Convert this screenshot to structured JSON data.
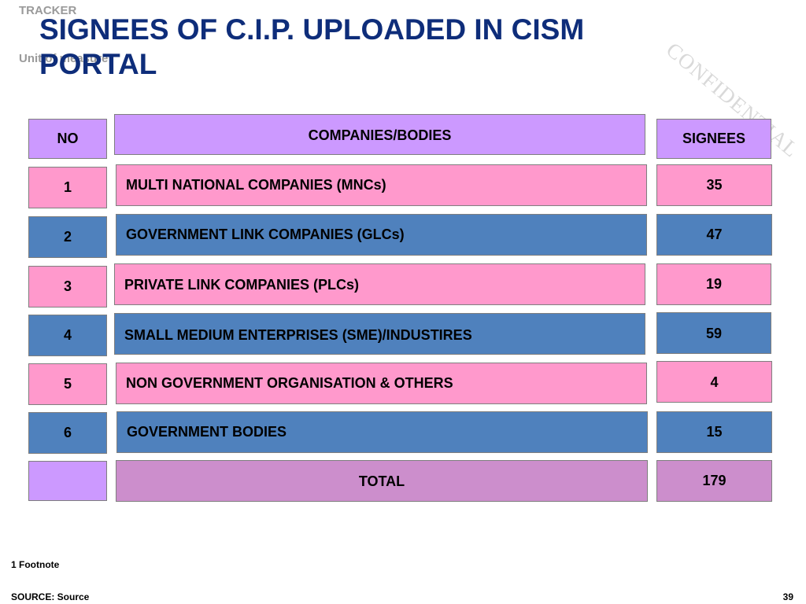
{
  "header": {
    "tracker": "TRACKER",
    "unit": "Unit of measure",
    "title": "SIGNEES OF C.I.P. UPLOADED IN CISM PORTAL",
    "watermark": "CONFIDENTIAL"
  },
  "table": {
    "headers": {
      "no": "NO",
      "companies": "COMPANIES/BODIES",
      "signees": "SIGNEES"
    },
    "rows": [
      {
        "no": "1",
        "name": "MULTI NATIONAL COMPANIES (MNCs)",
        "signees": "35",
        "color": "#ff99cc"
      },
      {
        "no": "2",
        "name": "GOVERNMENT LINK COMPANIES (GLCs)",
        "signees": "47",
        "color": "#4f81bd"
      },
      {
        "no": "3",
        "name": "PRIVATE LINK COMPANIES (PLCs)",
        "signees": "19",
        "color": "#ff99cc"
      },
      {
        "no": "4",
        "name": "SMALL MEDIUM ENTERPRISES (SME)/INDUSTIRES",
        "signees": "59",
        "color": "#4f81bd"
      },
      {
        "no": "5",
        "name": "NON GOVERNMENT ORGANISATION & OTHERS",
        "signees": "4",
        "color": "#ff99cc"
      },
      {
        "no": "6",
        "name": "GOVERNMENT BODIES",
        "signees": "15",
        "color": "#4f81bd"
      }
    ],
    "total": {
      "label": "TOTAL",
      "signees": "179"
    },
    "colors": {
      "header": "#cc99ff",
      "pink": "#ff99cc",
      "blue": "#4f81bd",
      "total": "#cc8ecc"
    }
  },
  "footer": {
    "footnote": "1 Footnote",
    "source": "SOURCE: Source",
    "page": "39"
  }
}
